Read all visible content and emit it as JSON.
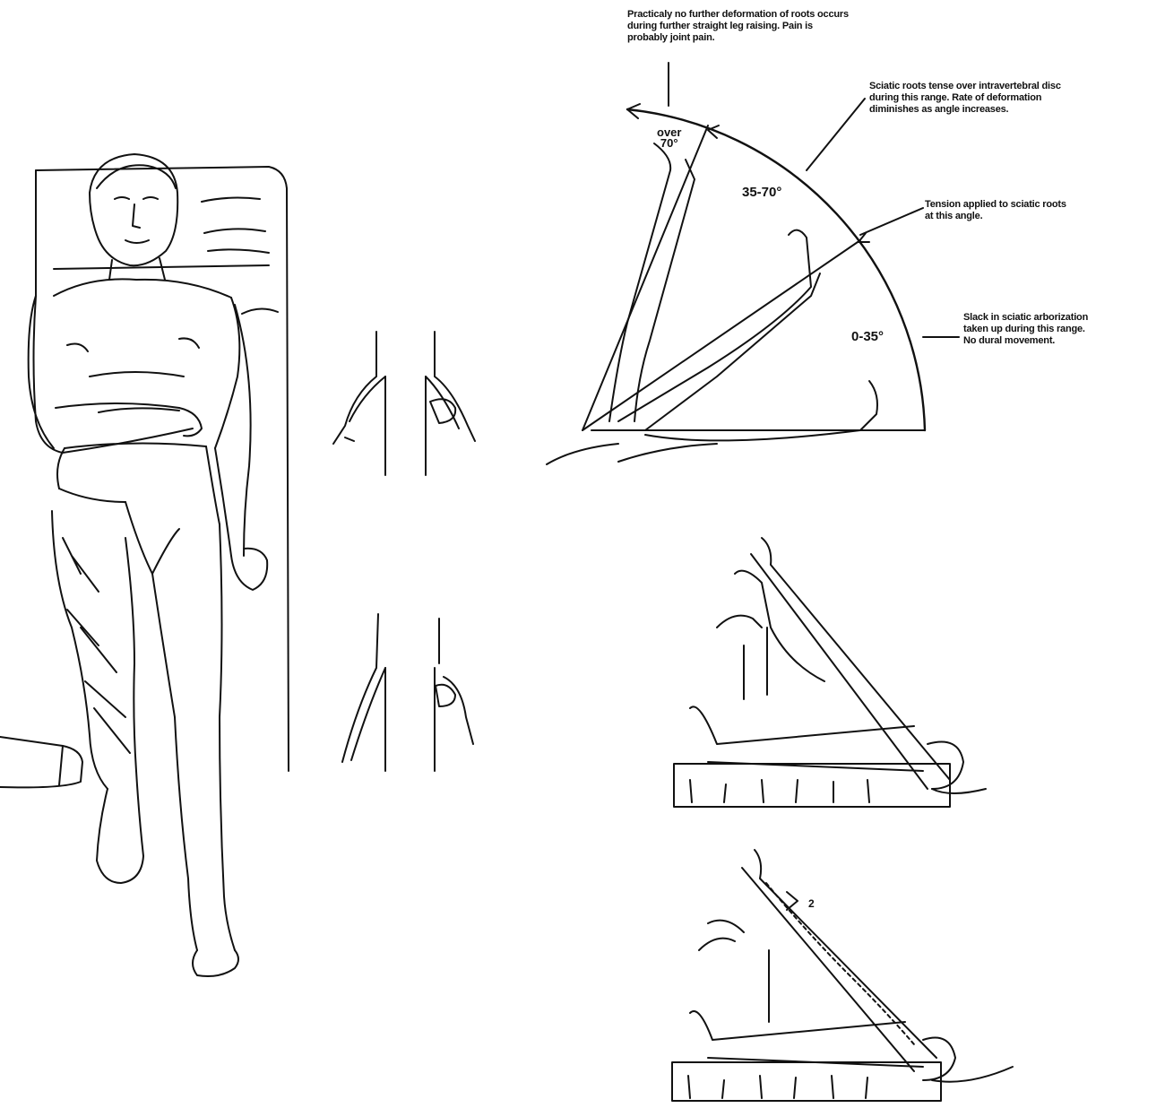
{
  "notes": {
    "joint_pain": {
      "line1": "Practicaly no further deformation of roots occurs",
      "line2": "during further straight leg raising. Pain is",
      "line3": "probably joint pain."
    },
    "sciatic_tense": {
      "line1": "Sciatic roots tense over intravertebral disc",
      "line2": "during this range. Rate of deformation",
      "line3": "diminishes as angle increases."
    },
    "tension_applied": {
      "line1": "Tension applied to sciatic roots",
      "line2": "at this angle."
    },
    "slack": {
      "line1": "Slack in sciatic arborization",
      "line2": "taken up during this range.",
      "line3": "No dural movement."
    }
  },
  "angles": {
    "over_line1": "over",
    "over_line2": "70°",
    "mid": "35-70°",
    "low": "0-35°"
  },
  "figure_marks": {
    "arrow_number": "2"
  },
  "icons": [
    "patient-figure",
    "nerve-root-sketch",
    "leg-raise-sketch",
    "examiner-hand-sketch"
  ]
}
